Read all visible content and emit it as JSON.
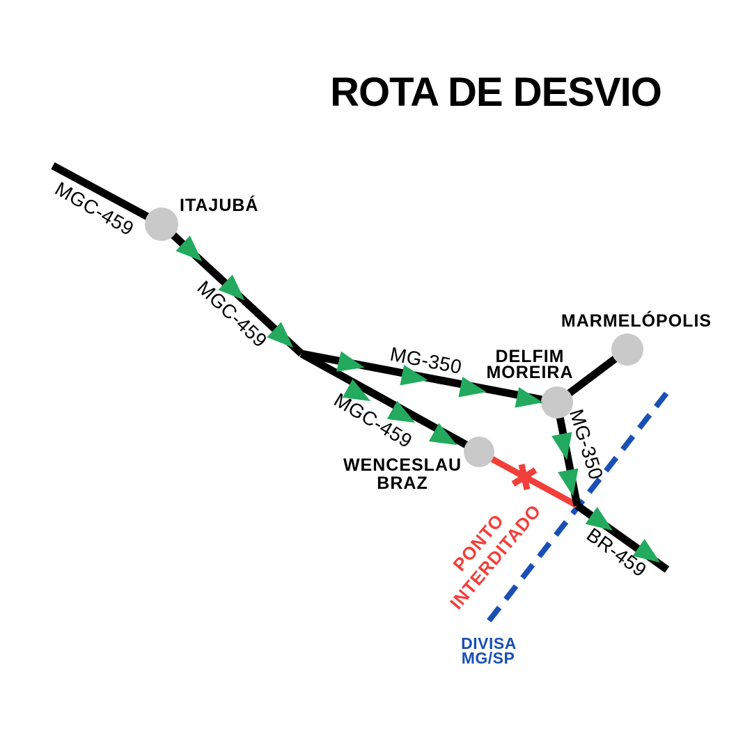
{
  "title": "ROTA DE DESVIO",
  "colors": {
    "road": "#000000",
    "arrow": "#23aa5e",
    "blocked": "#f23f3a",
    "border": "#1a4fb5",
    "city": "#c9c9c9"
  },
  "road_labels": {
    "mgc459_north": "MGC-459",
    "mgc459_mid": "MGC-459",
    "mgc459_south": "MGC-459",
    "mg350_west": "MG-350",
    "mg350_south": "MG-350",
    "br459": "BR-459"
  },
  "cities": {
    "itajuba": {
      "name": "ITAJUBÁ"
    },
    "marmelopolis": {
      "name": "MARMELÓPOLIS"
    },
    "delfim_moreira": {
      "line1": "DELFIM",
      "line2": "MOREIRA"
    },
    "wenceslau_braz": {
      "line1": "WENCESLAU",
      "line2": "BRAZ"
    }
  },
  "annotations": {
    "blocked_point": {
      "line1": "PONTO",
      "line2": "INTERDITADO"
    },
    "state_border": {
      "line1": "DIVISA",
      "line2": "MG/SP"
    }
  }
}
